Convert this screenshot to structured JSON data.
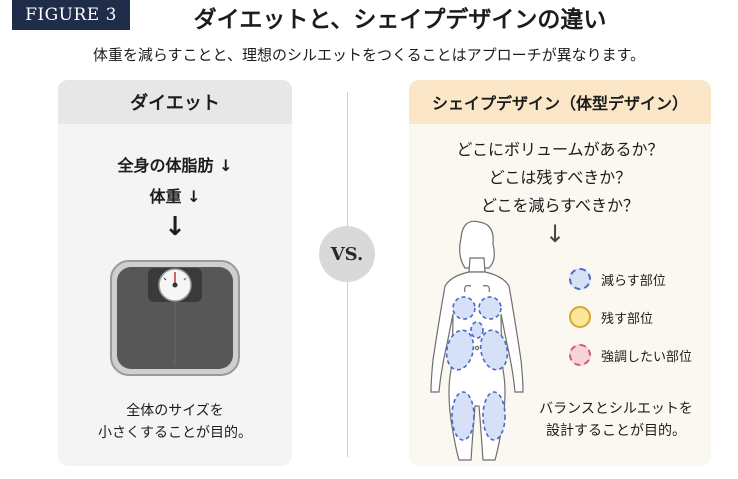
{
  "figure_label": "FIGURE 3",
  "title": "ダイエットと、シェイプデザインの違い",
  "subtitle": "体重を減らすことと、理想のシルエットをつくることはアプローチが異なります。",
  "left_panel": {
    "heading": "ダイエット",
    "line1": "全身の体脂肪 ↓",
    "line2": "体重 ↓",
    "arrow": "↓",
    "note_line1": "全体のサイズを",
    "note_line2": "小さくすることが目的。"
  },
  "vs_label": "VS.",
  "right_panel": {
    "heading": "シェイプデザイン（体型デザイン）",
    "question1": "どこにボリュームがあるか？",
    "question2": "どこは残すべきか？",
    "question3": "どこを減らすべきか？",
    "arrow": "↓",
    "legend": [
      {
        "label": "減らす部位",
        "fill": "#d6e0f7",
        "border": "#4a68c9",
        "icon": "reduce-dot-icon"
      },
      {
        "label": "残す部位",
        "fill": "#fbe79a",
        "border": "#d6a92a",
        "icon": "keep-dot-icon"
      },
      {
        "label": "強調したい部位",
        "fill": "#f7d3d8",
        "border": "#d25a6c",
        "icon": "emphasize-dot-icon"
      }
    ],
    "note_line1": "バランスとシルエットを",
    "note_line2": "設計することが目的。"
  },
  "colors": {
    "badge": "#1f2d4a",
    "left_panel_bg": "#f4f4f4",
    "right_panel_bg": "#fbf7f1",
    "right_head_bg": "#fbe7c8",
    "reduce_zone": "#4a68c9"
  }
}
